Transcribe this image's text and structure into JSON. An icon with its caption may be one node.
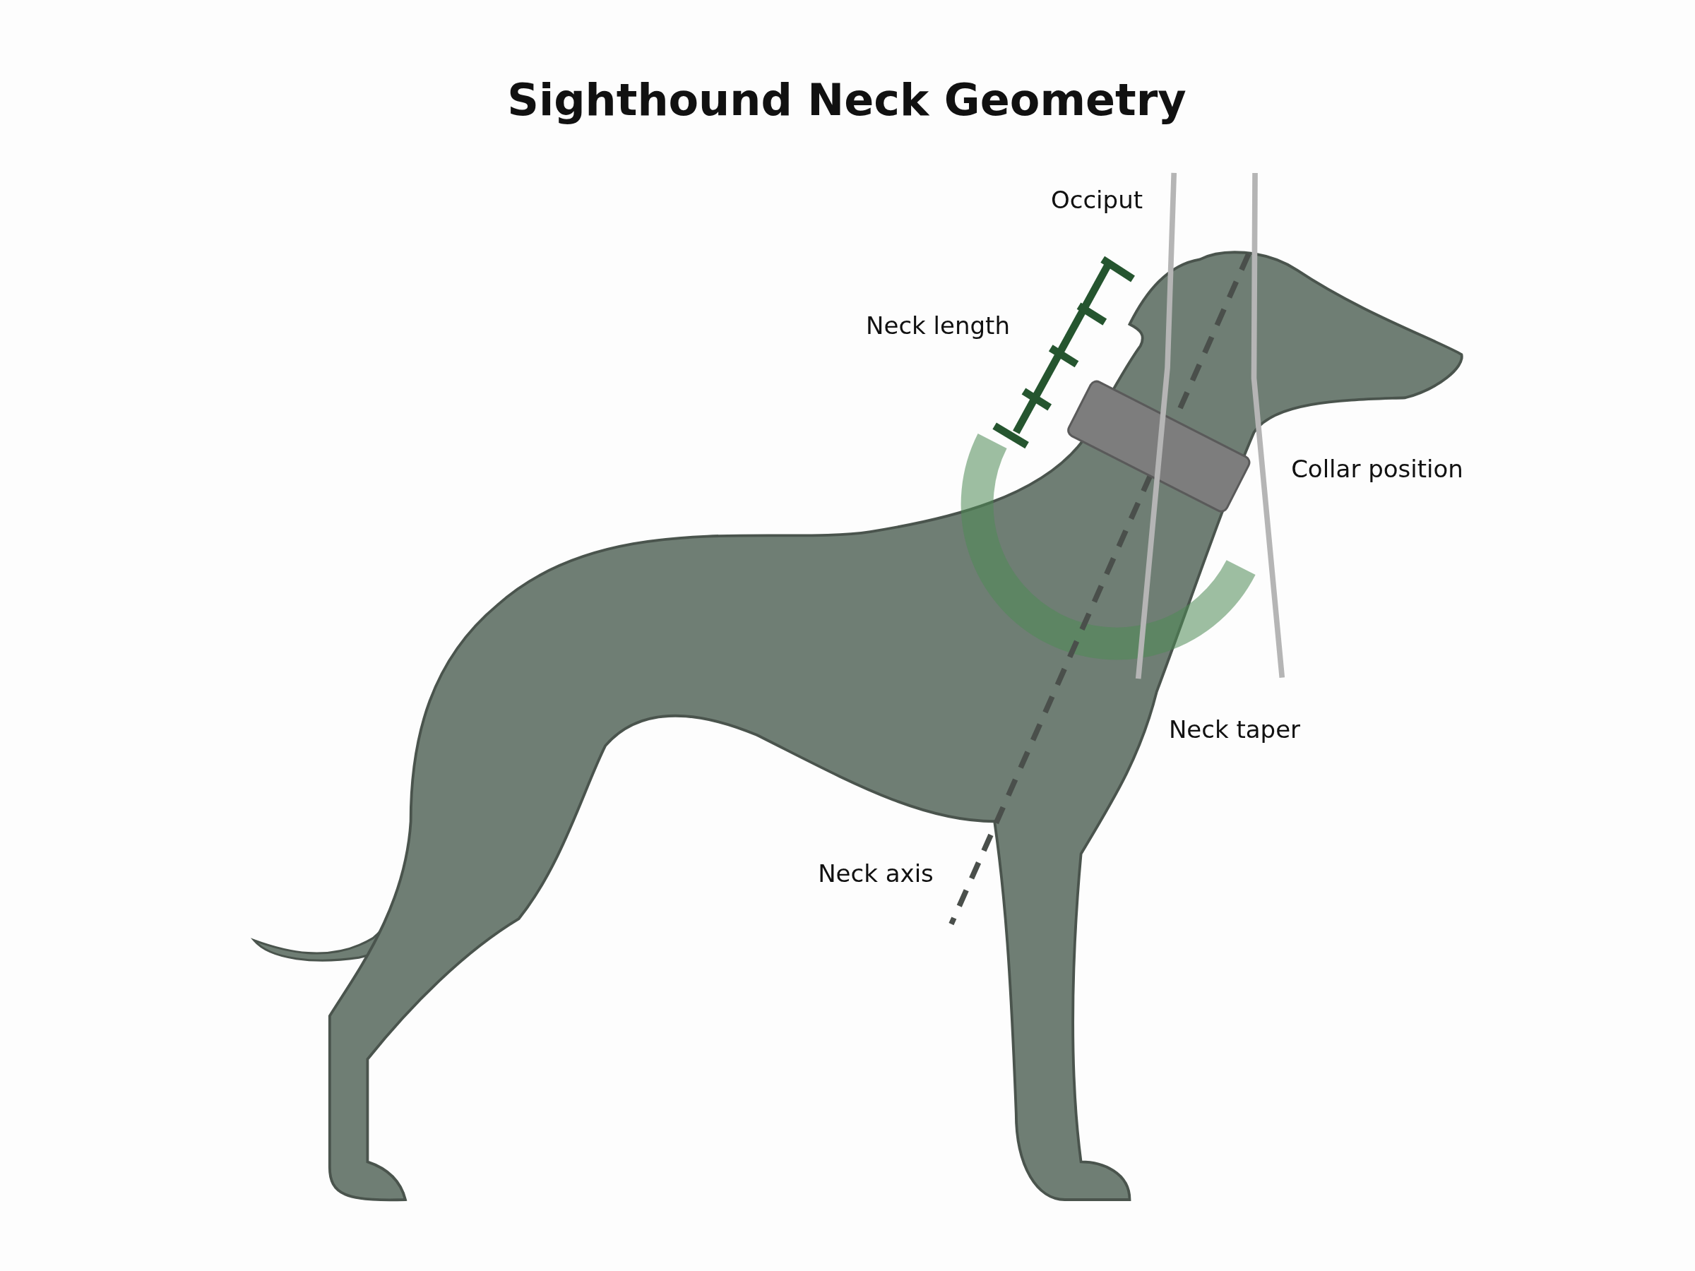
{
  "diagram": {
    "title": "Sighthound Neck Geometry",
    "labels": [
      "Occiput",
      "Neck length",
      "Collar position",
      "Neck taper",
      "Neck axis"
    ]
  }
}
